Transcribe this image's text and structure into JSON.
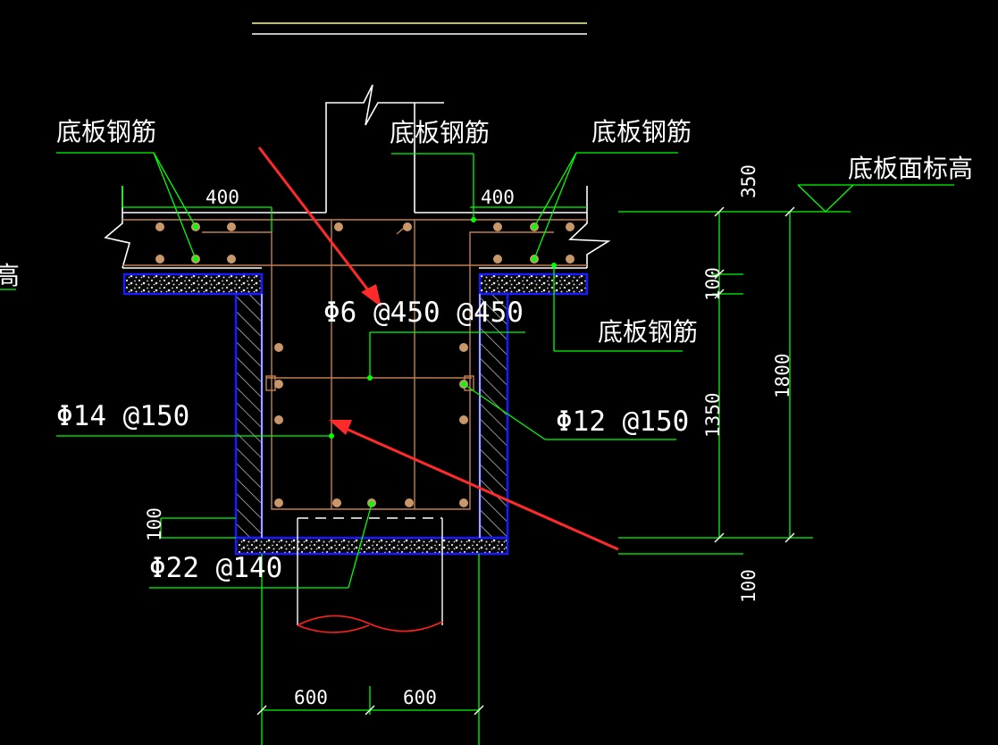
{
  "labels": {
    "rebar_top_left": "底板钢筋",
    "rebar_top_mid": "底板钢筋",
    "rebar_top_right": "底板钢筋",
    "rebar_right": "底板钢筋",
    "slab_top_elevation": "底板面标高",
    "left_edge_fragment": "高",
    "stirrup_spec": "Φ6 @450 @450",
    "side_bar_left": "Φ14 @150",
    "side_bar_right": "Φ12 @150",
    "bottom_bar": "Φ22 @140"
  },
  "dimensions": {
    "left_width": "400",
    "right_width": "400",
    "top_thickness": "350",
    "cushion_top": "100",
    "mid_height": "1350",
    "total_height": "1800",
    "cushion_bottom": "100",
    "cushion_left": "100",
    "half_width_left": "600",
    "half_width_right": "600"
  },
  "colors": {
    "background": "#000000",
    "dimension_line": "#00ff00",
    "cushion": "#1010ff",
    "rebar": "#c08050",
    "rebar_dot": "#c8986a",
    "pile_outline": "#ffffff",
    "pile_curve": "#ff2020",
    "annotation_arrow": "#ff2a2a",
    "title_underline": "#ffff80"
  }
}
